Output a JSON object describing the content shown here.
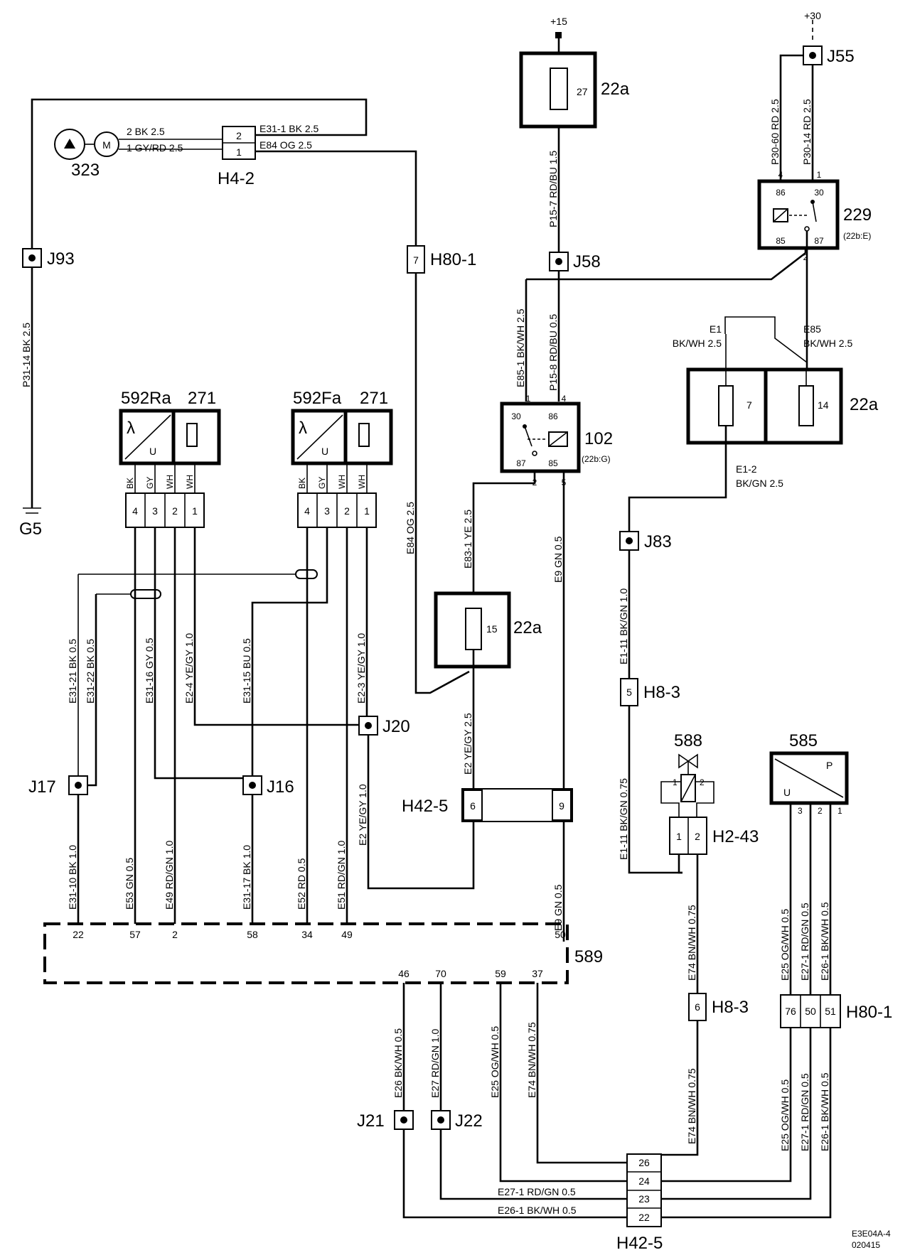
{
  "supply": {
    "plus15": "+15",
    "plus30": "+30"
  },
  "components": {
    "c323": "323",
    "m": "M",
    "h42": "H4-2",
    "j93": "J93",
    "g5": "G5",
    "c592ra": "592Ra",
    "c271a": "271",
    "c592fa": "592Fa",
    "c271b": "271",
    "lambda": "λ",
    "u": "U",
    "p": "P",
    "fuse22a": "22a",
    "f27": "27",
    "f7": "7",
    "f14": "14",
    "f15": "15",
    "j55": "J55",
    "j58": "J58",
    "h801": "H80-1",
    "j83": "J83",
    "r229": "229",
    "r229sub": "(22b:E)",
    "r102": "102",
    "r102sub": "(22b:G)",
    "j20": "J20",
    "j17": "J17",
    "j16": "J16",
    "h425": "H42-5",
    "h83": "H8-3",
    "h243": "H2-43",
    "c588": "588",
    "c585": "585",
    "c589": "589",
    "j21": "J21",
    "j22": "J22"
  },
  "pins": {
    "p1": "1",
    "p2": "2",
    "p3": "3",
    "p4": "4",
    "p5": "5",
    "p6": "6",
    "p7": "7",
    "p9": "9",
    "p22": "22",
    "p23": "23",
    "p24": "24",
    "p26": "26",
    "p30": "30",
    "p85": "85",
    "p86": "86",
    "p87": "87",
    "p37": "37",
    "p46": "46",
    "p49": "49",
    "p50": "50",
    "p51": "51",
    "p57": "57",
    "p58": "58",
    "p59": "59",
    "p34": "34",
    "p70": "70",
    "p76": "76"
  },
  "wires": {
    "w1": "2   BK   2.5",
    "w2": "1   GY/RD  2.5",
    "w3": "E31-1   BK   2.5",
    "w4": "E84   OG   2.5",
    "w5": "P31-14  BK   2.5",
    "w6": "P15-7   RD/BU   1.5",
    "w7": "P15-8   RD/BU   0.5",
    "w8": "E85-1   BK/WH   2.5",
    "w9": "P30-60   RD   2.5",
    "w10": "P30-14   RD   2.5",
    "w11": "E1",
    "w12": "BK/WH   2.5",
    "w13": "E85",
    "w14": "BK/WH   2.5",
    "w15": "E1-2",
    "w16": "BK/GN  2.5",
    "w17": "E84   OG   2.5",
    "w18": "E83-1   YE   2.5",
    "w19": "E9   GN   0.5",
    "w20": "E1-11   BK/GN   1.0",
    "w21": "E1-11   BK/GN   0.75",
    "w22": "E31-21   BK   0.5",
    "w23": "E31-22   BK   0.5",
    "w24": "E31-16   GY   0.5",
    "w25": "E2-4   YE/GY   1.0",
    "w26": "E31-15   BU   0.5",
    "w27": "E2-3   YE/GY   1.0",
    "w28": "E2   YE/GY   2.5",
    "w29": "E2   YE/GY   1.0",
    "w30": "E31-10   BK   1.0",
    "w31": "E53   GN   0.5",
    "w32": "E49   RD/GN   1.0",
    "w33": "E31-17   BK   1.0",
    "w34": "E52   RD   0.5",
    "w35": "E51   RD/GN   1.0",
    "w36": "E9   GN   0.5",
    "w37": "E74   BN/WH   0.75",
    "w38": "E25   OG/WH   0.5",
    "w39": "E27-1   RD/GN   0.5",
    "w40": "E26-1   BK/WH   0.5",
    "w41": "E26   BK/WH   0.5",
    "w42": "E27   RD/GN   1.0",
    "w43": "E25   OG/WH   0.5",
    "w44": "E74   BN/WH   0.75",
    "w45": "E74   BN/WH   0.75",
    "w46": "E25   OG/WH   0.5",
    "w47": "E27-1   RD/GN   0.5",
    "w48": "E26-1   BK/WH   0.5",
    "w49": "E27-1   RD/GN   0.5",
    "w50": "E26-1   BK/WH   0.5"
  },
  "sensorpins": {
    "bk": "BK",
    "gy": "GY",
    "wh": "WH"
  },
  "footer": {
    "code": "E3E04A-4",
    "date": "020415"
  }
}
